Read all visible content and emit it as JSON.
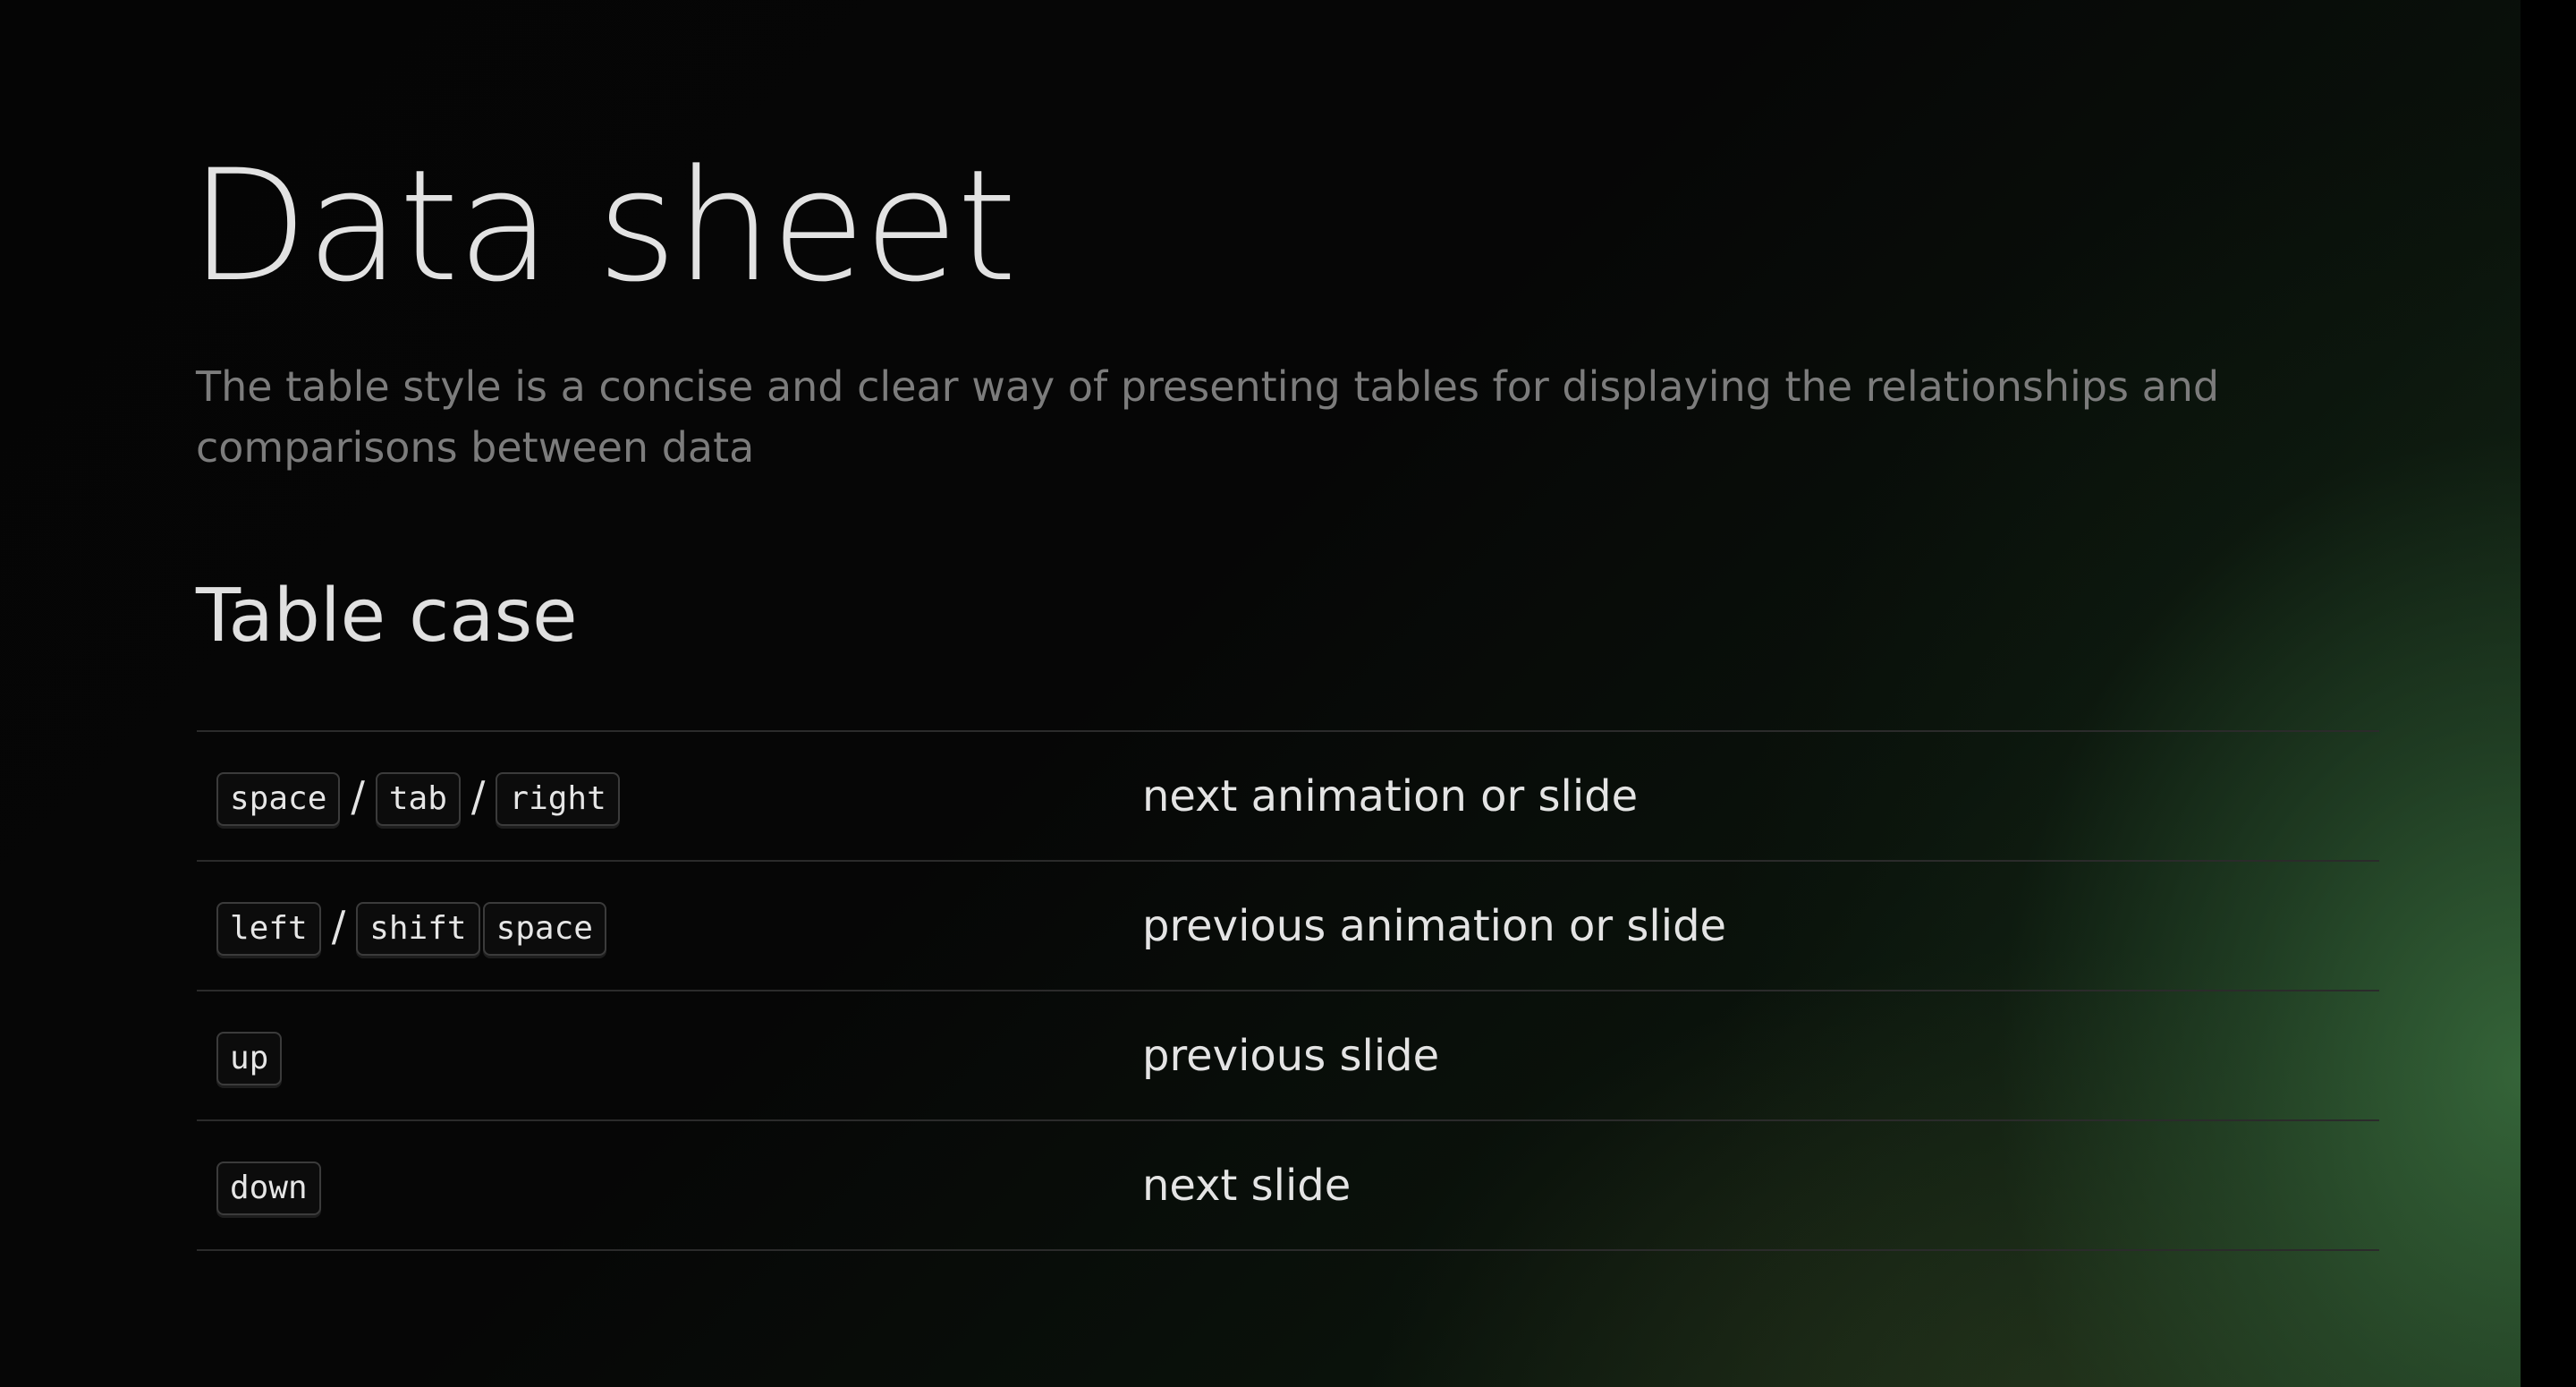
{
  "slide": {
    "title": "Data sheet",
    "subtitle": "The table style is a concise and clear way of presenting tables for displaying the relationships and comparisons between data",
    "section_title": "Table case"
  },
  "table": {
    "rows": [
      {
        "keys": [
          "space",
          "/",
          "tab",
          "/",
          "right"
        ],
        "description": "next animation or slide"
      },
      {
        "keys": [
          "left",
          "/",
          "shift",
          "space"
        ],
        "description": "previous animation or slide"
      },
      {
        "keys": [
          "up"
        ],
        "description": "previous slide"
      },
      {
        "keys": [
          "down"
        ],
        "description": "next slide"
      }
    ]
  },
  "colors": {
    "background": "#000000",
    "title_text": "#e2e2e2",
    "subtitle_text": "#7c7c7c",
    "divider": "#2b2b2b",
    "accent_glow": "#3a6e3e"
  }
}
